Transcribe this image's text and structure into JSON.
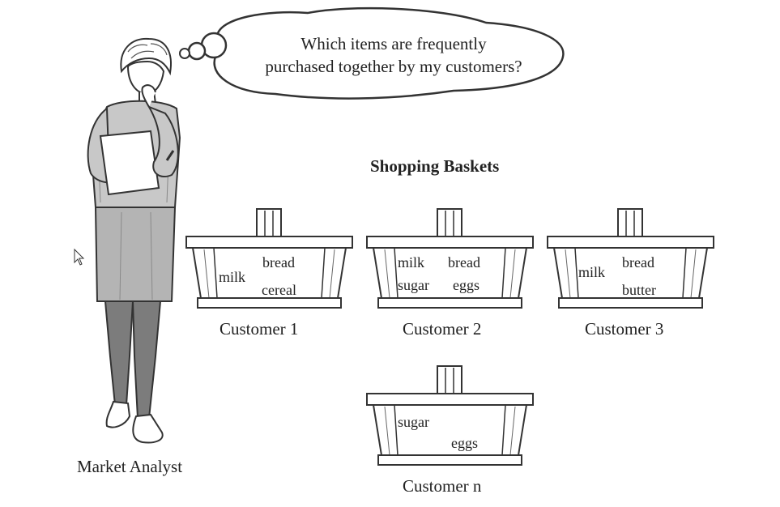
{
  "thought_bubble": {
    "line1": "Which items are frequently",
    "line2": "purchased together by my customers?"
  },
  "heading": "Shopping Baskets",
  "analyst_label": "Market Analyst",
  "baskets": [
    {
      "label": "Customer 1",
      "items": [
        "bread",
        "milk",
        "cereal"
      ]
    },
    {
      "label": "Customer 2",
      "items": [
        "milk",
        "bread",
        "sugar",
        "eggs"
      ]
    },
    {
      "label": "Customer 3",
      "items": [
        "bread",
        "milk",
        "butter"
      ]
    },
    {
      "label": "Customer n",
      "items": [
        "sugar",
        "eggs"
      ]
    }
  ]
}
